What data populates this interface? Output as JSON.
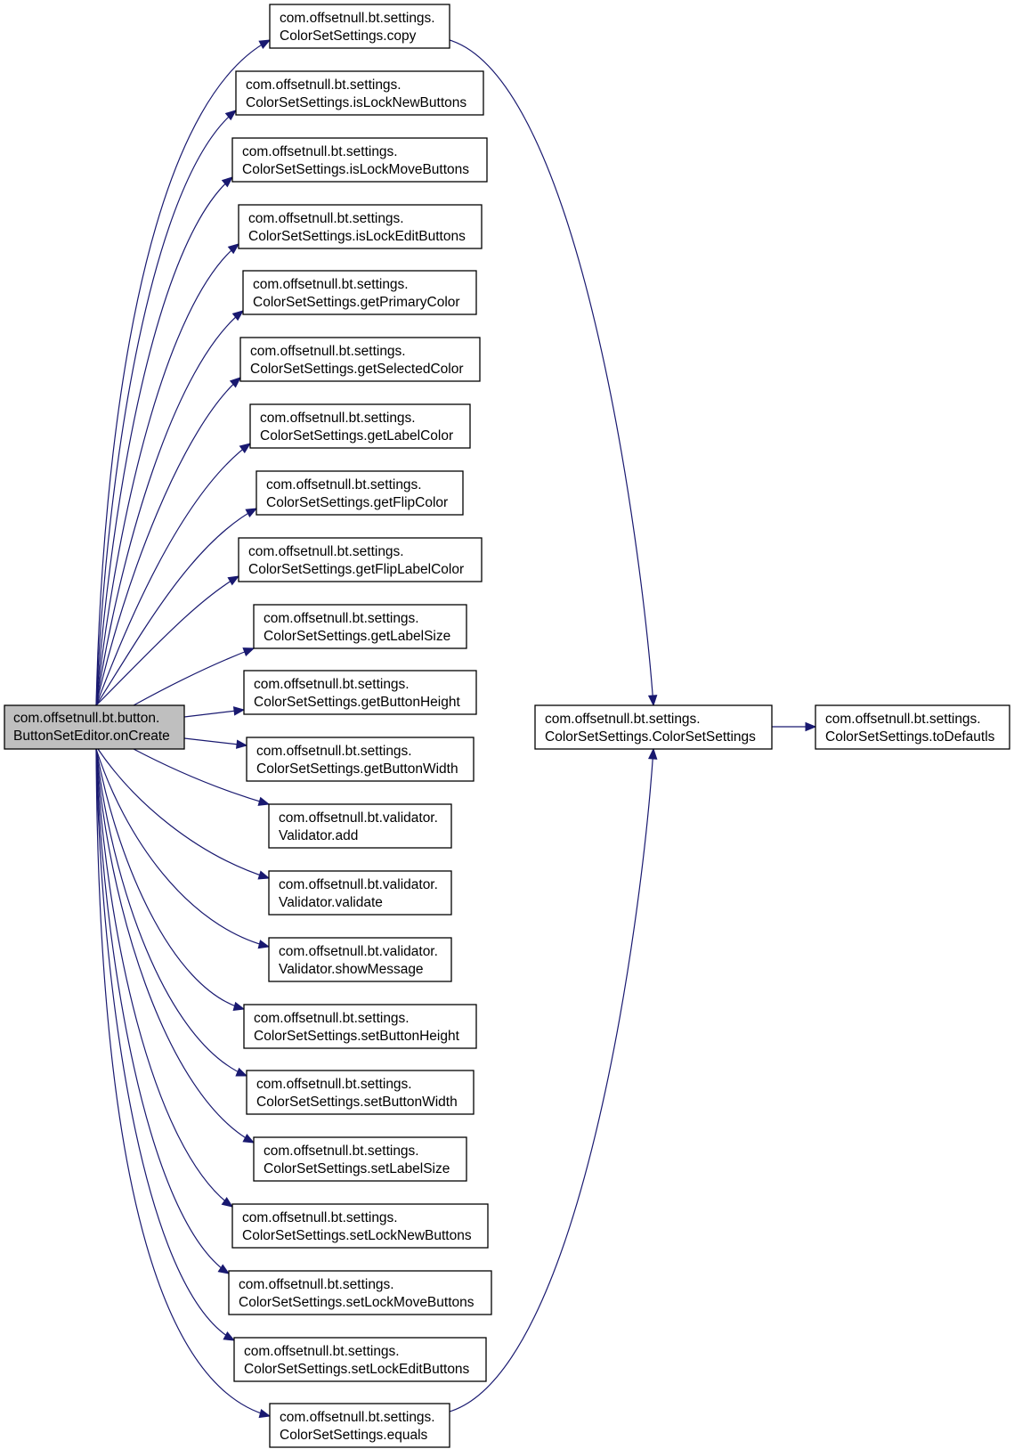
{
  "diagram": {
    "type": "call-graph",
    "root": {
      "line1": "com.offsetnull.bt.button.",
      "line2": "ButtonSetEditor.onCreate"
    },
    "callees": [
      {
        "line1": "com.offsetnull.bt.settings.",
        "line2": "ColorSetSettings.copy"
      },
      {
        "line1": "com.offsetnull.bt.settings.",
        "line2": "ColorSetSettings.isLockNewButtons"
      },
      {
        "line1": "com.offsetnull.bt.settings.",
        "line2": "ColorSetSettings.isLockMoveButtons"
      },
      {
        "line1": "com.offsetnull.bt.settings.",
        "line2": "ColorSetSettings.isLockEditButtons"
      },
      {
        "line1": "com.offsetnull.bt.settings.",
        "line2": "ColorSetSettings.getPrimaryColor"
      },
      {
        "line1": "com.offsetnull.bt.settings.",
        "line2": "ColorSetSettings.getSelectedColor"
      },
      {
        "line1": "com.offsetnull.bt.settings.",
        "line2": "ColorSetSettings.getLabelColor"
      },
      {
        "line1": "com.offsetnull.bt.settings.",
        "line2": "ColorSetSettings.getFlipColor"
      },
      {
        "line1": "com.offsetnull.bt.settings.",
        "line2": "ColorSetSettings.getFlipLabelColor"
      },
      {
        "line1": "com.offsetnull.bt.settings.",
        "line2": "ColorSetSettings.getLabelSize"
      },
      {
        "line1": "com.offsetnull.bt.settings.",
        "line2": "ColorSetSettings.getButtonHeight"
      },
      {
        "line1": "com.offsetnull.bt.settings.",
        "line2": "ColorSetSettings.getButtonWidth"
      },
      {
        "line1": "com.offsetnull.bt.validator.",
        "line2": "Validator.add"
      },
      {
        "line1": "com.offsetnull.bt.validator.",
        "line2": "Validator.validate"
      },
      {
        "line1": "com.offsetnull.bt.validator.",
        "line2": "Validator.showMessage"
      },
      {
        "line1": "com.offsetnull.bt.settings.",
        "line2": "ColorSetSettings.setButtonHeight"
      },
      {
        "line1": "com.offsetnull.bt.settings.",
        "line2": "ColorSetSettings.setButtonWidth"
      },
      {
        "line1": "com.offsetnull.bt.settings.",
        "line2": "ColorSetSettings.setLabelSize"
      },
      {
        "line1": "com.offsetnull.bt.settings.",
        "line2": "ColorSetSettings.setLockNewButtons"
      },
      {
        "line1": "com.offsetnull.bt.settings.",
        "line2": "ColorSetSettings.setLockMoveButtons"
      },
      {
        "line1": "com.offsetnull.bt.settings.",
        "line2": "ColorSetSettings.setLockEditButtons"
      },
      {
        "line1": "com.offsetnull.bt.settings.",
        "line2": "ColorSetSettings.equals"
      }
    ],
    "constructor": {
      "line1": "com.offsetnull.bt.settings.",
      "line2": "ColorSetSettings.ColorSetSettings"
    },
    "defaults": {
      "line1": "com.offsetnull.bt.settings.",
      "line2": "ColorSetSettings.toDefautls"
    },
    "colors": {
      "edge": "#191970",
      "root_fill": "#bfbfbf",
      "node_fill": "#ffffff",
      "border": "#000000"
    }
  }
}
